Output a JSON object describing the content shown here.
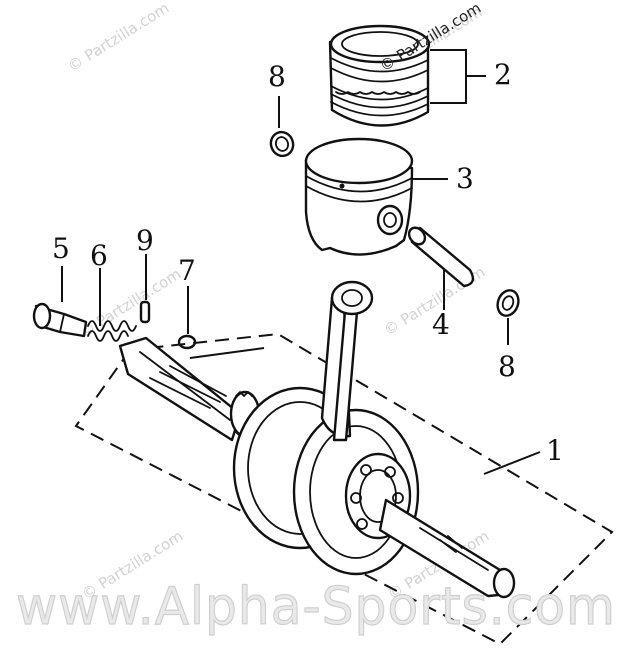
{
  "callouts": {
    "c1": "1",
    "c2": "2",
    "c3": "3",
    "c4": "4",
    "c5": "5",
    "c6": "6",
    "c7": "7",
    "c8_top": "8",
    "c8_right": "8",
    "c9": "9"
  },
  "watermarks": {
    "partzilla": "© Partzilla.com",
    "alpha_sports": "www.Alpha-Sports.com"
  }
}
